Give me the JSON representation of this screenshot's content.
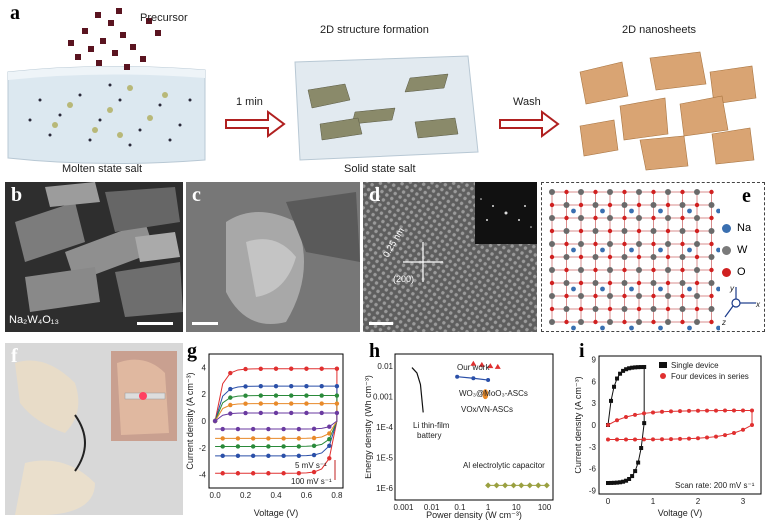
{
  "panel_a": {
    "letter": "a",
    "precursor": "Precursor",
    "formation": "2D structure formation",
    "nanosheets": "2D nanosheets",
    "time": "1 min",
    "wash": "Wash",
    "molten": "Molten state salt",
    "solid": "Solid state salt"
  },
  "panel_b": {
    "letter": "b",
    "formula": "Na₂W₄O₁₃"
  },
  "panel_c": {
    "letter": "c"
  },
  "panel_d": {
    "letter": "d",
    "d_spacing": "0.25 nm",
    "plane": "(200)"
  },
  "panel_e": {
    "letter": "e",
    "legend": [
      {
        "name": "Na",
        "color": "#3a6fb0"
      },
      {
        "name": "W",
        "color": "#7a7a7a"
      },
      {
        "name": "O",
        "color": "#d02020"
      }
    ],
    "axes": [
      "y",
      "x",
      "z"
    ]
  },
  "panel_f": {
    "letter": "f"
  },
  "panel_g": {
    "letter": "g",
    "xlabel": "Voltage (V)",
    "ylabel": "Current density (A cm⁻³)",
    "xticks": [
      "0.0",
      "0.2",
      "0.4",
      "0.6",
      "0.8"
    ],
    "yticks": [
      "4",
      "2",
      "0",
      "-2",
      "-4"
    ],
    "rate_low": "5 mV s⁻¹",
    "rate_high": "100 mV s⁻¹"
  },
  "panel_h": {
    "letter": "h",
    "xlabel": "Power density (W cm⁻³)",
    "ylabel": "Energy density (Wh cm⁻³)",
    "xticks": [
      "0.001",
      "0.01",
      "0.1",
      "1",
      "10",
      "100"
    ],
    "yticks": [
      "0.01",
      "0.001",
      "1E-4",
      "1E-5",
      "1E-6"
    ],
    "our_work": "Our work",
    "wo3": "WO₃@MoO₃-ASCs",
    "vox": "VOx/VN-ASCs",
    "li": "Li thin-film",
    "li2": "battery",
    "al": "Al electrolytic capacitor"
  },
  "panel_i": {
    "letter": "i",
    "xlabel": "Voltage (V)",
    "ylabel": "Current density (A cm⁻³)",
    "xticks": [
      "0",
      "1",
      "2",
      "3"
    ],
    "yticks": [
      "9",
      "6",
      "3",
      "0",
      "-3",
      "-6",
      "-9"
    ],
    "legend1": "Single device",
    "legend2": "Four devices in series",
    "scan": "Scan rate: 200 mV s⁻¹"
  },
  "colors": {
    "red": "#e03030",
    "black": "#111111",
    "blue": "#2a4fa8",
    "orange": "#e88a2a",
    "green": "#2a8a3a",
    "olive": "#9aa040"
  }
}
